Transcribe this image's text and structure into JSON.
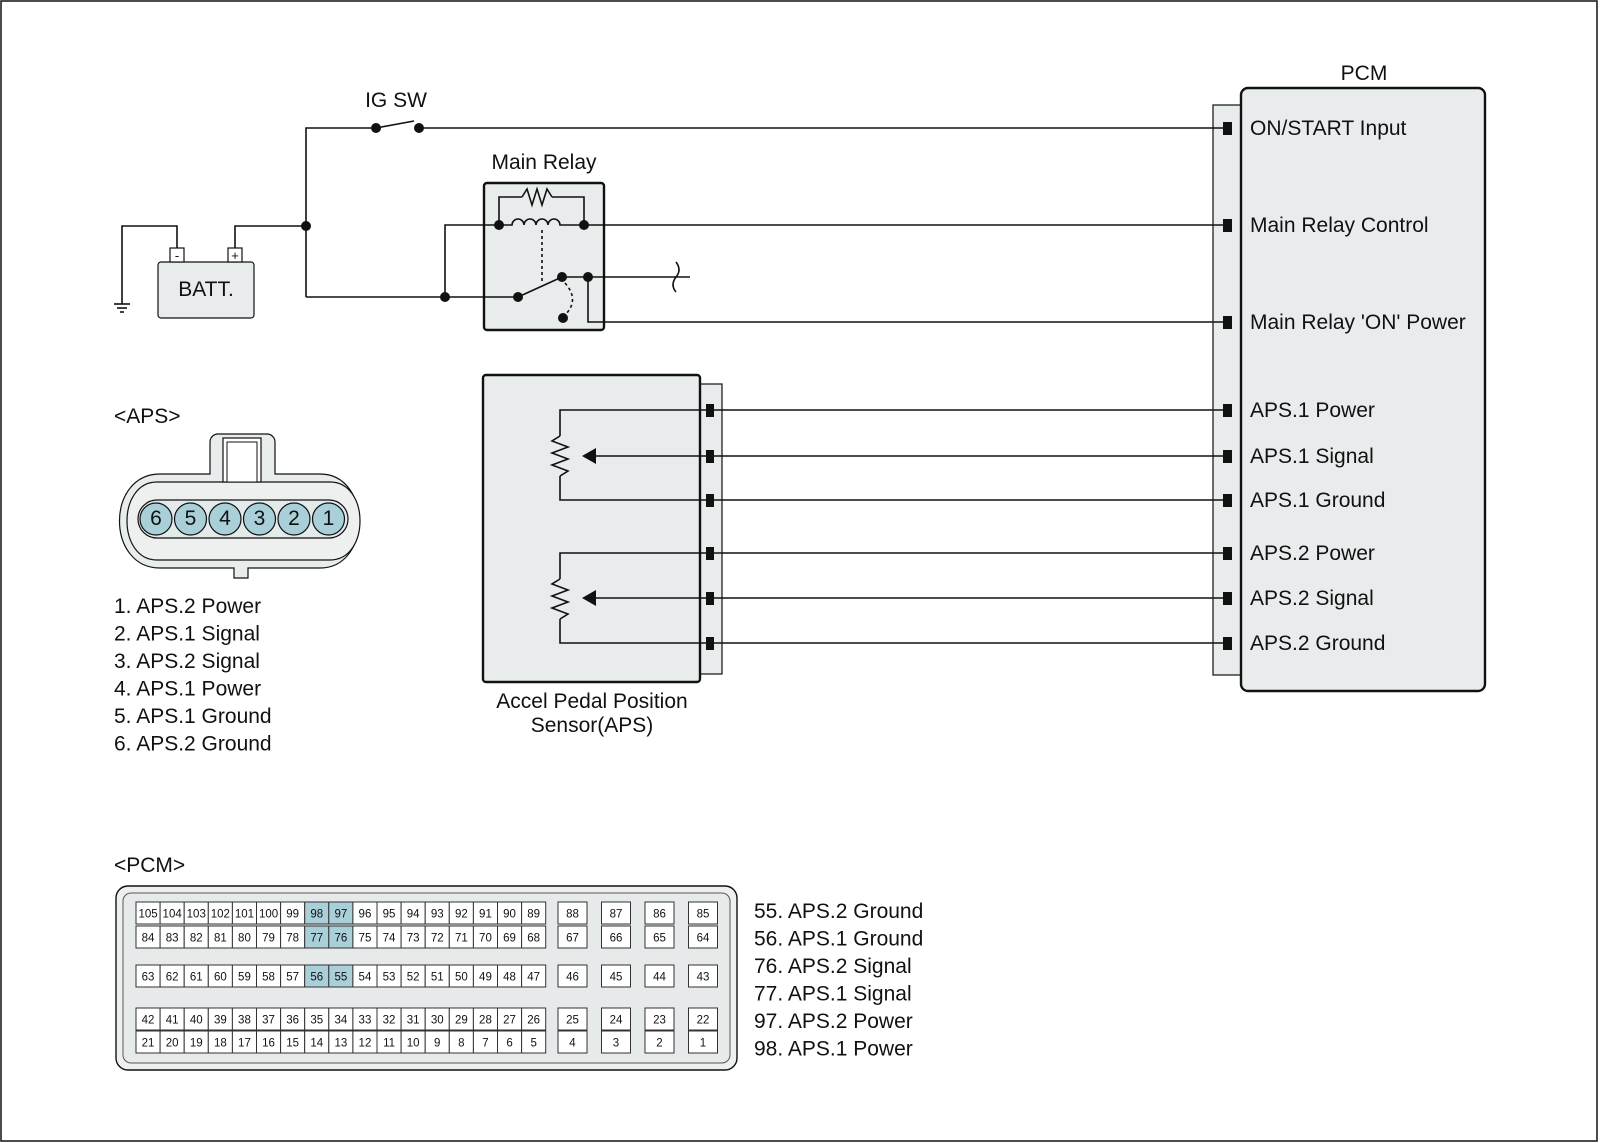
{
  "pcm_label": "PCM",
  "ig_sw_label": "IG SW",
  "main_relay_label": "Main Relay",
  "battery": {
    "label": "BATT.",
    "neg": "-",
    "pos": "+"
  },
  "sensor": {
    "label_line1": "Accel Pedal Position",
    "label_line2": "Sensor(APS)"
  },
  "pcm_terminals": [
    "ON/START Input",
    "Main Relay Control",
    "Main Relay 'ON' Power",
    "APS.1 Power",
    "APS.1 Signal",
    "APS.1 Ground",
    "APS.2 Power",
    "APS.2 Signal",
    "APS.2 Ground"
  ],
  "aps_connector": {
    "title": "<APS>",
    "pins": [
      "6",
      "5",
      "4",
      "3",
      "2",
      "1"
    ],
    "legend": [
      "1. APS.2 Power",
      "2. APS.1 Signal",
      "3. APS.2 Signal",
      "4. APS.1 Power",
      "5. APS.1 Ground",
      "6. APS.2 Ground"
    ]
  },
  "pcm_connector": {
    "title": "<PCM>",
    "rows": [
      [
        "105",
        "104",
        "103",
        "102",
        "101",
        "100",
        "99",
        "98",
        "97",
        "96",
        "95",
        "94",
        "93",
        "92",
        "91",
        "90",
        "89"
      ],
      [
        "84",
        "83",
        "82",
        "81",
        "80",
        "79",
        "78",
        "77",
        "76",
        "75",
        "74",
        "73",
        "72",
        "71",
        "70",
        "69",
        "68"
      ],
      [
        "63",
        "62",
        "61",
        "60",
        "59",
        "58",
        "57",
        "56",
        "55",
        "54",
        "53",
        "52",
        "51",
        "50",
        "49",
        "48",
        "47"
      ],
      [
        "42",
        "41",
        "40",
        "39",
        "38",
        "37",
        "36",
        "35",
        "34",
        "33",
        "32",
        "31",
        "30",
        "29",
        "28",
        "27",
        "26"
      ],
      [
        "21",
        "20",
        "19",
        "18",
        "17",
        "16",
        "15",
        "14",
        "13",
        "12",
        "11",
        "10",
        "9",
        "8",
        "7",
        "6",
        "5"
      ]
    ],
    "side_pins": [
      [
        "88",
        "87",
        "86",
        "85"
      ],
      [
        "67",
        "66",
        "65",
        "64"
      ],
      [
        "46",
        "45",
        "44",
        "43"
      ],
      [
        "25",
        "24",
        "23",
        "22"
      ],
      [
        "4",
        "3",
        "2",
        "1"
      ]
    ],
    "highlighted": [
      "98",
      "97",
      "77",
      "76",
      "56",
      "55"
    ],
    "highlight_color": "#a9cfd9",
    "legend": [
      "55. APS.2 Ground",
      "56. APS.1 Ground",
      "76. APS.2 Signal",
      "77. APS.1 Signal",
      "97. APS.2 Power",
      "98. APS.1 Power"
    ]
  }
}
